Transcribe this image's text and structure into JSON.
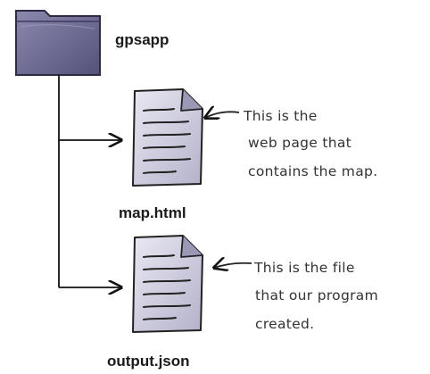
{
  "folder": {
    "label": "gpsapp",
    "icon": "folder-icon",
    "color": "#6e6c93"
  },
  "files": [
    {
      "label": "map.html",
      "icon": "document-icon",
      "note": [
        "This is the",
        "web page that",
        "contains the map."
      ]
    },
    {
      "label": "output.json",
      "icon": "document-icon",
      "note": [
        "This is the file",
        "that our program",
        "created."
      ]
    }
  ],
  "colors": {
    "line": "#111111",
    "paper": "#d9d8e6",
    "paper_shade": "#a9a7c2",
    "note_text": "#333333"
  }
}
